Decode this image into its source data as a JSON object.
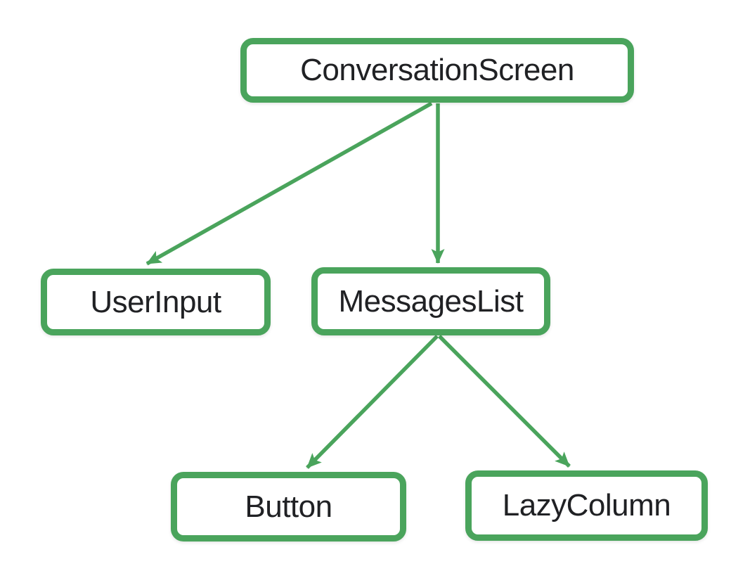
{
  "diagram": {
    "type": "tree",
    "nodes": [
      {
        "id": "conversation-screen",
        "label": "ConversationScreen"
      },
      {
        "id": "user-input",
        "label": "UserInput"
      },
      {
        "id": "messages-list",
        "label": "MessagesList"
      },
      {
        "id": "button",
        "label": "Button"
      },
      {
        "id": "lazy-column",
        "label": "LazyColumn"
      }
    ],
    "edges": [
      {
        "from": "ConversationScreen",
        "to": "UserInput"
      },
      {
        "from": "ConversationScreen",
        "to": "MessagesList"
      },
      {
        "from": "MessagesList",
        "to": "Button"
      },
      {
        "from": "MessagesList",
        "to": "LazyColumn"
      }
    ]
  },
  "theme": {
    "accent-green": "#4aa45c",
    "node-fill": "#ffffff",
    "text-color": "#202124",
    "background": "#ffffff"
  }
}
